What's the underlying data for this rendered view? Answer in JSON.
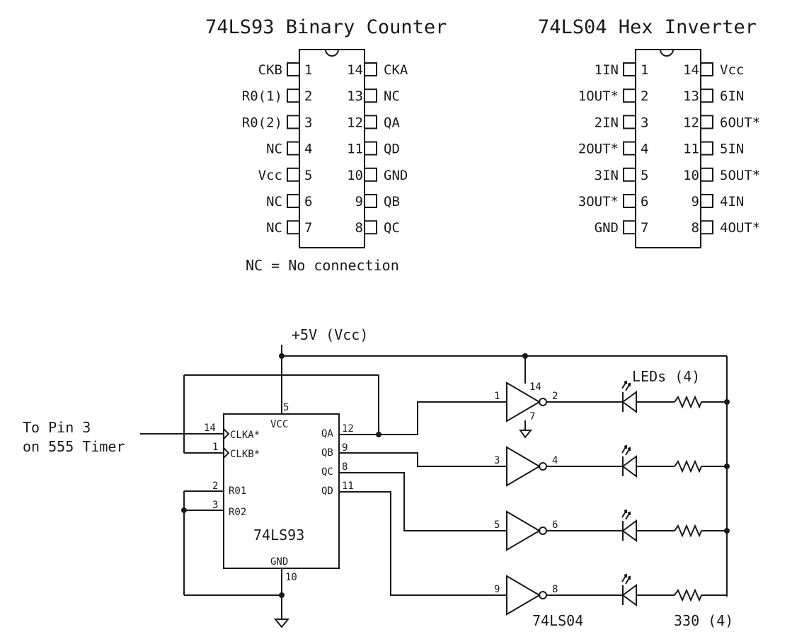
{
  "pinouts": [
    {
      "title": "74LS93 Binary Counter",
      "left_pins": [
        {
          "num": "1",
          "label": "CKB"
        },
        {
          "num": "2",
          "label": "R0(1)"
        },
        {
          "num": "3",
          "label": "R0(2)"
        },
        {
          "num": "4",
          "label": "NC"
        },
        {
          "num": "5",
          "label": "Vcc"
        },
        {
          "num": "6",
          "label": "NC"
        },
        {
          "num": "7",
          "label": "NC"
        }
      ],
      "right_pins": [
        {
          "num": "14",
          "label": "CKA"
        },
        {
          "num": "13",
          "label": "NC"
        },
        {
          "num": "12",
          "label": "QA"
        },
        {
          "num": "11",
          "label": "QD"
        },
        {
          "num": "10",
          "label": "GND"
        },
        {
          "num": "9",
          "label": "QB"
        },
        {
          "num": "8",
          "label": "QC"
        }
      ],
      "note": "NC = No connection"
    },
    {
      "title": "74LS04 Hex Inverter",
      "left_pins": [
        {
          "num": "1",
          "label": "1IN"
        },
        {
          "num": "2",
          "label": "1OUT*"
        },
        {
          "num": "3",
          "label": "2IN"
        },
        {
          "num": "4",
          "label": "2OUT*"
        },
        {
          "num": "5",
          "label": "3IN"
        },
        {
          "num": "6",
          "label": "3OUT*"
        },
        {
          "num": "7",
          "label": "GND"
        }
      ],
      "right_pins": [
        {
          "num": "14",
          "label": "Vcc"
        },
        {
          "num": "13",
          "label": "6IN"
        },
        {
          "num": "12",
          "label": "6OUT*"
        },
        {
          "num": "11",
          "label": "5IN"
        },
        {
          "num": "10",
          "label": "5OUT*"
        },
        {
          "num": "9",
          "label": "4IN"
        },
        {
          "num": "8",
          "label": "4OUT*"
        }
      ]
    }
  ],
  "schematic": {
    "supply_label": "+5V (Vcc)",
    "input_label_line1": "To Pin 3",
    "input_label_line2": "on 555 Timer",
    "counter": {
      "name": "74LS93",
      "vcc_label": "VCC",
      "vcc_pin": "5",
      "gnd_label": "GND",
      "gnd_pin": "10",
      "inputs": [
        {
          "pin": "14",
          "label": "CLKA*"
        },
        {
          "pin": "1",
          "label": "CLKB*"
        },
        {
          "pin": "2",
          "label": "R01"
        },
        {
          "pin": "3",
          "label": "R02"
        }
      ],
      "outputs": [
        {
          "pin": "12",
          "label": "QA"
        },
        {
          "pin": "9",
          "label": "QB"
        },
        {
          "pin": "8",
          "label": "QC"
        },
        {
          "pin": "11",
          "label": "QD"
        }
      ]
    },
    "inverter_chip_name": "74LS04",
    "inverter_power_pins": {
      "vcc": "14",
      "gnd": "7"
    },
    "inverters": [
      {
        "in": "1",
        "out": "2"
      },
      {
        "in": "3",
        "out": "4"
      },
      {
        "in": "5",
        "out": "6"
      },
      {
        "in": "9",
        "out": "8"
      }
    ],
    "leds_label": "LEDs (4)",
    "resistors_label": "330 (4)"
  }
}
